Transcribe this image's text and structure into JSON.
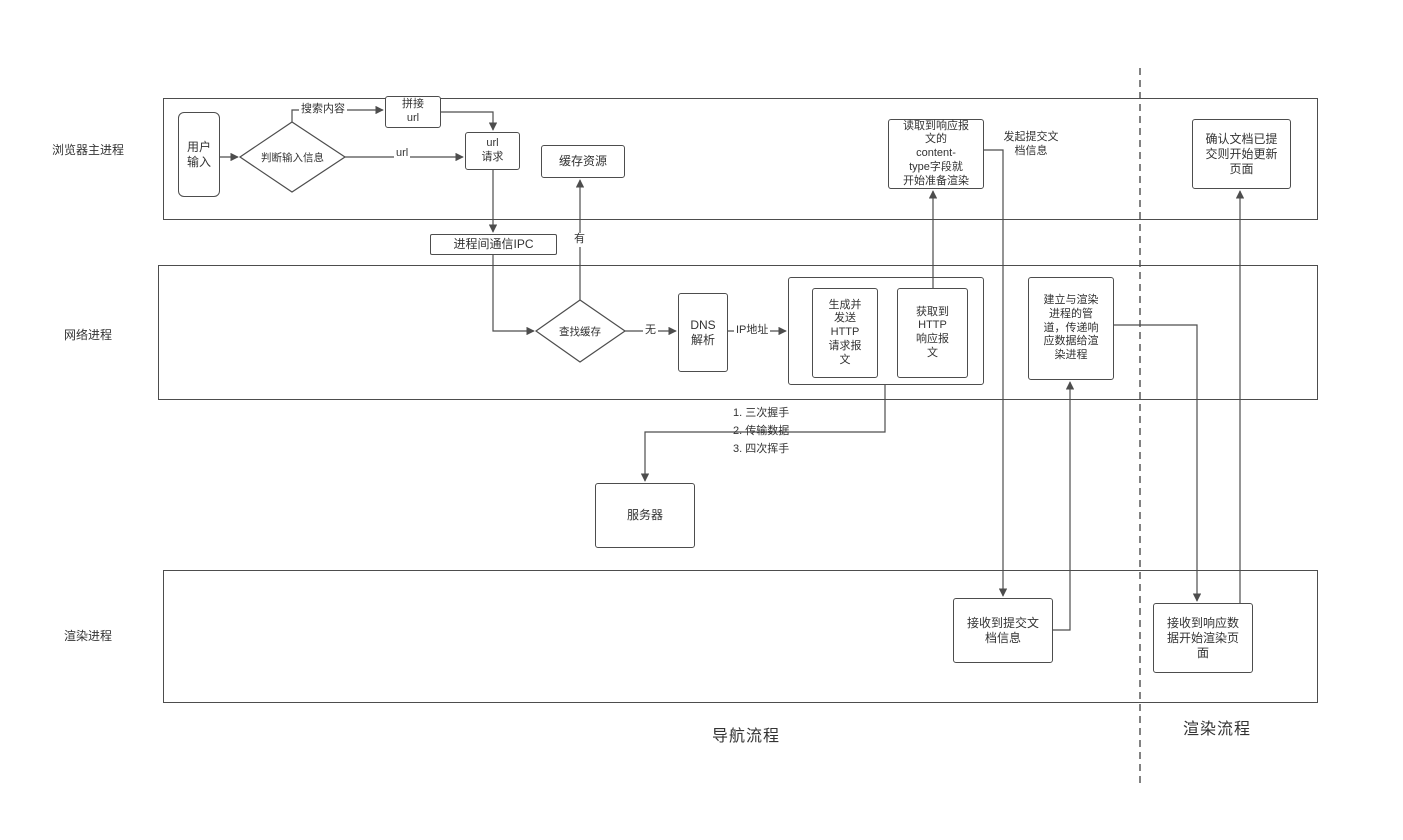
{
  "lanes": {
    "browser_main": "浏览器主进程",
    "network": "网络进程",
    "renderer": "渲染进程"
  },
  "nodes": {
    "user_input": "用户\n输入",
    "judge_input": "判断输入信息",
    "concat_url": "拼接\nurl",
    "url_request": "url\n请求",
    "cached_resource": "缓存资源",
    "ipc": "进程间通信IPC",
    "lookup_cache": "查找缓存",
    "dns_resolve": "DNS\n解析",
    "build_send_http_request": "生成并\n发送\nHTTP\n请求报\n文",
    "get_http_response": "获取到\nHTTP\n响应报\n文",
    "read_content_type": "读取到响应报\n文的\ncontent-\ntype字段就\n开始准备渲染",
    "confirm_commit_update": "确认文档已提\n交则开始更新\n页面",
    "setup_render_pipe": "建立与渲染\n进程的管\n道，传递响\n应数据给渲\n染进程",
    "server": "服务器",
    "receive_commit_doc": "接收到提交文\n档信息",
    "receive_response_render": "接收到响应数\n据开始渲染页\n面"
  },
  "edge_labels": {
    "search_content": "搜索内容",
    "url": "url",
    "cache_hit": "有",
    "cache_miss": "无",
    "ip_address": "IP地址",
    "commit_doc_info": "发起提交文\n档信息",
    "tcp_steps": [
      "1. 三次握手",
      "2. 传输数据",
      "3. 四次挥手"
    ]
  },
  "footers": {
    "navigation_flow": "导航流程",
    "render_flow": "渲染流程"
  },
  "colors": {
    "stroke": "#4d4d4d",
    "text": "#333333",
    "background": "#ffffff"
  }
}
